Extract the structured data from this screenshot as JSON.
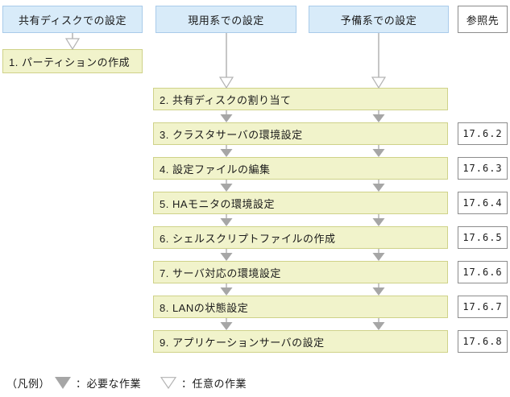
{
  "diagram": {
    "headers": [
      {
        "id": "shared-disk",
        "label": "共有ディスクでの設定"
      },
      {
        "id": "active-system",
        "label": "現用系での設定"
      },
      {
        "id": "standby-system",
        "label": "予備系での設定"
      },
      {
        "id": "reference",
        "label": "参照先"
      }
    ],
    "shared_disk_step": {
      "label": "1. パーティションの作成"
    },
    "steps": [
      {
        "label": "2. 共有ディスクの割り当て",
        "ref": ""
      },
      {
        "label": "3. クラスタサーバの環境設定",
        "ref": "17.6.2"
      },
      {
        "label": "4. 設定ファイルの編集",
        "ref": "17.6.3"
      },
      {
        "label": "5. HAモニタの環境設定",
        "ref": "17.6.4"
      },
      {
        "label": "6. シェルスクリプトファイルの作成",
        "ref": "17.6.5"
      },
      {
        "label": "7. サーバ対応の環境設定",
        "ref": "17.6.6"
      },
      {
        "label": "8. LANの状態設定",
        "ref": "17.6.7"
      },
      {
        "label": "9. アプリケーションサーバの設定",
        "ref": "17.6.8"
      }
    ],
    "legend": {
      "prefix": "（凡例）",
      "required": "：必要な作業",
      "optional": "：任意の作業"
    },
    "colors": {
      "header_fill": "#d8ebf9",
      "header_border": "#a9cbea",
      "step_fill": "#f1f3cb",
      "step_border": "#cfd289",
      "ref_border": "#8c8c8c",
      "arrow": "#a6a6a6",
      "arrow_line": "#b3b3b3",
      "text": "#1a1a1a"
    }
  }
}
